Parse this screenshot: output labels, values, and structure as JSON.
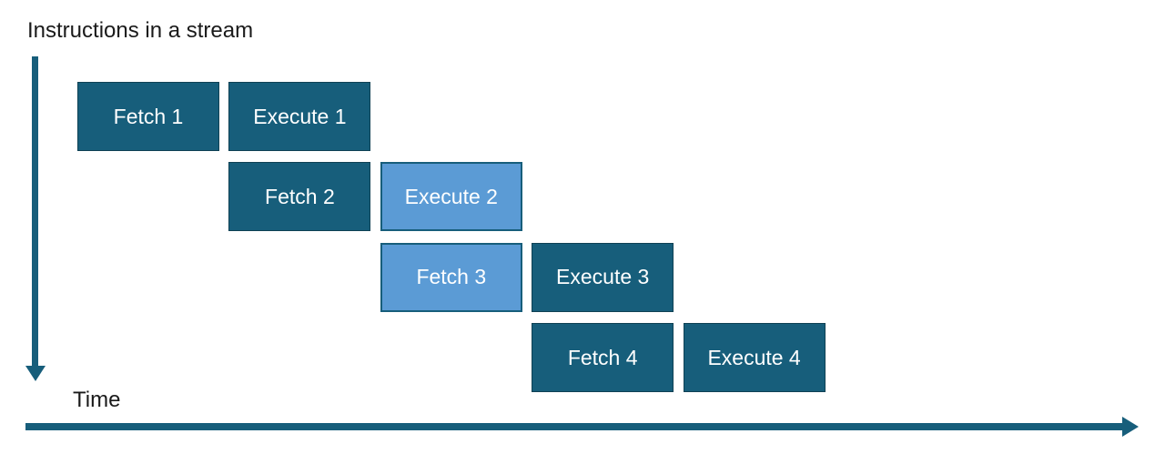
{
  "title": "Instructions in a stream",
  "time_label": "Time",
  "colors": {
    "dark_box": "#175E7B",
    "light_box": "#5B9BD5",
    "arrow": "#175E7B",
    "box_text": "#FFFFFF",
    "label_text": "#1A1A1A"
  },
  "boxes": [
    {
      "label": "Fetch 1",
      "variant": "dark",
      "row": 0,
      "col": 0
    },
    {
      "label": "Execute 1",
      "variant": "dark",
      "row": 0,
      "col": 1
    },
    {
      "label": "Fetch 2",
      "variant": "dark",
      "row": 1,
      "col": 1
    },
    {
      "label": "Execute 2",
      "variant": "light",
      "row": 1,
      "col": 2
    },
    {
      "label": "Fetch 3",
      "variant": "light",
      "row": 2,
      "col": 2
    },
    {
      "label": "Execute 3",
      "variant": "dark",
      "row": 2,
      "col": 3
    },
    {
      "label": "Fetch 4",
      "variant": "dark",
      "row": 3,
      "col": 3
    },
    {
      "label": "Execute 4",
      "variant": "dark",
      "row": 3,
      "col": 4
    }
  ]
}
